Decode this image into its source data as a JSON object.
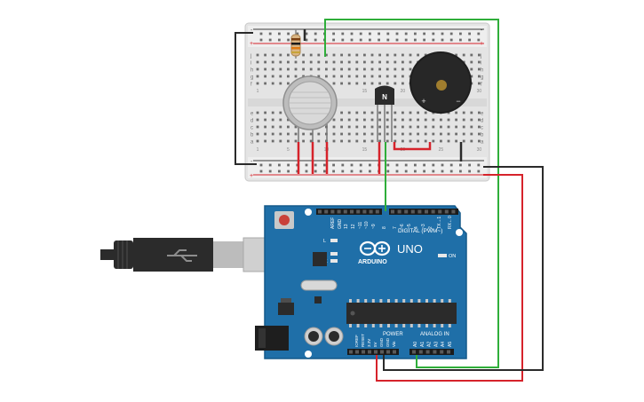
{
  "board": {
    "brand": "ARDUINO",
    "model": "UNO",
    "digital_label": "DIGITAL (PWM~)",
    "analog_label": "ANALOG IN",
    "power_label": "POWER",
    "on_label": "ON",
    "l_label": "L",
    "tx_label": "TX",
    "rx_label": "RX",
    "aref_label": "AREF",
    "gnd_label": "GND",
    "digital_pins": [
      "13",
      "12",
      "~11",
      "~10",
      "~9",
      "8",
      "7",
      "~6",
      "~5",
      "4",
      "~3",
      "2",
      "TX→1",
      "RX←0"
    ],
    "power_pins": [
      "IOREF",
      "RESET",
      "3.3V",
      "5V",
      "GND",
      "GND",
      "Vin"
    ],
    "analog_pins": [
      "A0",
      "A1",
      "A2",
      "A3",
      "A4",
      "A5"
    ]
  },
  "breadboard": {
    "row_letters_top": [
      "j",
      "i",
      "h",
      "g",
      "f"
    ],
    "row_letters_bottom": [
      "e",
      "d",
      "c",
      "b",
      "a"
    ],
    "rail_plus": "+",
    "rail_minus": "-",
    "col_numbers": [
      "1",
      "5",
      "10",
      "15",
      "20",
      "25",
      "30"
    ]
  },
  "components": {
    "transistor_label": "N",
    "buzzer_plus": "+",
    "buzzer_minus": "−"
  },
  "colors": {
    "wire_green": "#2fae3a",
    "wire_red": "#d6232b",
    "wire_black": "#2b2b2b",
    "board_blue": "#1f6fa8",
    "breadboard_bg": "#e9e9e9"
  }
}
